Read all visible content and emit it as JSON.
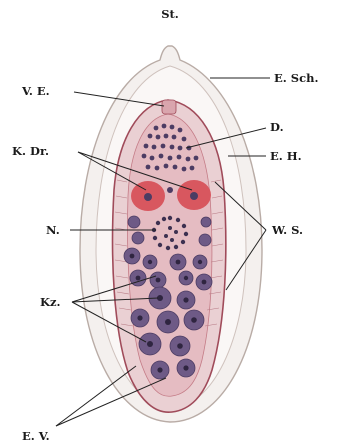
{
  "labels": {
    "st": "St.",
    "ve": "V. E.",
    "esch": "E. Sch.",
    "d": "D.",
    "kdr": "K. Dr.",
    "eh": "E. H.",
    "n": "N.",
    "ws": "W. S.",
    "kz": "Kz.",
    "ev": "E. V."
  },
  "colors": {
    "shell_outline": "#b9aca6",
    "shell_fill": "#f4f0ee",
    "gap_fill": "#faf7f6",
    "body_outline": "#a04b5a",
    "body_fill": "#ead0d3",
    "body_inner": "#e5bcc2",
    "gland": "#d8575f",
    "gland_core": "#c63f4a",
    "germ_cell": "#6e5a86",
    "germ_cell_dark": "#4c3c63",
    "cell_nucleus": "#2f2540",
    "ink": "#1a1a1a"
  }
}
